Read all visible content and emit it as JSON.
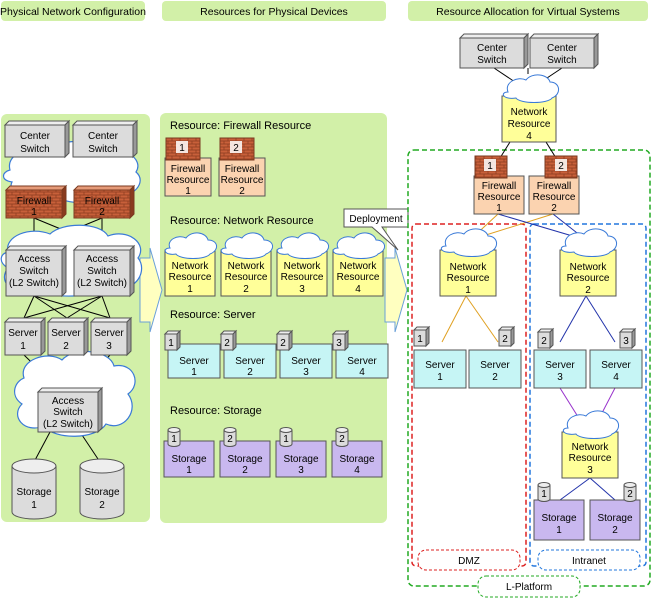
{
  "headers": {
    "physical": "Physical Network Configuration",
    "resources": "Resources for Physical Devices",
    "allocation": "Resource Allocation for Virtual Systems"
  },
  "physical": {
    "center_switch": [
      "Center",
      "Switch"
    ],
    "firewall": "Firewall",
    "access_switch": [
      "Access",
      "Switch",
      "(L2 Switch)"
    ],
    "server": "Server",
    "storage": "Storage",
    "nums": [
      "1",
      "2",
      "3"
    ]
  },
  "resources": {
    "firewall_title": "Resource: Firewall Resource",
    "network_title": "Resource: Network Resource",
    "server_title": "Resource: Server",
    "storage_title": "Resource: Storage",
    "firewall_label": [
      "Firewall",
      "Resource"
    ],
    "network_label": [
      "Network",
      "Resource"
    ],
    "server_label": "Server",
    "storage_label": "Storage",
    "firewall_nums": [
      "1",
      "2"
    ],
    "network_nums": [
      "1",
      "2",
      "3",
      "4"
    ],
    "server_nums": [
      "1",
      "2",
      "3",
      "4"
    ],
    "server_tag_nums": [
      "1",
      "2",
      "2",
      "3"
    ],
    "storage_nums": [
      "1",
      "2",
      "3",
      "4"
    ],
    "storage_tag_nums": [
      "1",
      "2",
      "1",
      "2"
    ]
  },
  "deployment_label": "Deployment",
  "allocation": {
    "dmz_label": "DMZ",
    "intranet_label": "Intranet",
    "lplatform_label": "L-Platform"
  }
}
